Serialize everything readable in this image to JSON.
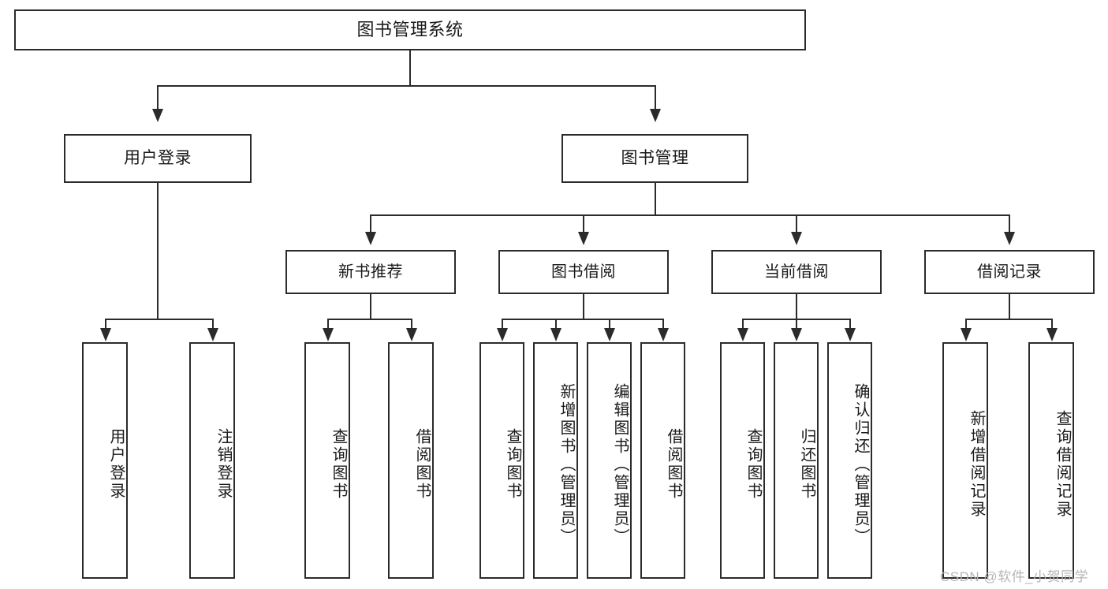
{
  "diagram": {
    "title": "图书管理系统",
    "type": "hierarchy-tree",
    "orientation": "top-down",
    "box_border_color": "#2b2b2b",
    "background_color": "#ffffff",
    "text_color": "#1a1a1a"
  },
  "nodes": {
    "root": {
      "label": "图书管理系统"
    },
    "level2": [
      {
        "id": "user-login",
        "label": "用户登录"
      },
      {
        "id": "book-management",
        "label": "图书管理"
      }
    ],
    "level3": [
      {
        "id": "new-book-recommend",
        "label": "新书推荐"
      },
      {
        "id": "book-borrow",
        "label": "图书借阅"
      },
      {
        "id": "current-borrow",
        "label": "当前借阅"
      },
      {
        "id": "borrow-record",
        "label": "借阅记录"
      }
    ],
    "leaves": {
      "user_login": [
        {
          "id": "leaf-user-login",
          "label": "用户登录"
        },
        {
          "id": "leaf-user-logout",
          "label": "注销登录"
        }
      ],
      "new_book_recommend": [
        {
          "id": "leaf-query-book-1",
          "label": "查询图书"
        },
        {
          "id": "leaf-borrow-book-1",
          "label": "借阅图书"
        }
      ],
      "book_borrow": [
        {
          "id": "leaf-query-book-2",
          "label": "查询图书"
        },
        {
          "id": "leaf-add-book",
          "label": "新增图书（管理员）"
        },
        {
          "id": "leaf-edit-book",
          "label": "编辑图书（管理员）"
        },
        {
          "id": "leaf-borrow-book-2",
          "label": "借阅图书"
        }
      ],
      "current_borrow": [
        {
          "id": "leaf-query-book-3",
          "label": "查询图书"
        },
        {
          "id": "leaf-return-book",
          "label": "归还图书"
        },
        {
          "id": "leaf-confirm-return",
          "label": "确认归还（管理员）"
        }
      ],
      "borrow_record": [
        {
          "id": "leaf-add-record",
          "label": "新增借阅记录"
        },
        {
          "id": "leaf-query-record",
          "label": "查询借阅记录"
        }
      ]
    }
  },
  "watermark": {
    "text": "CSDN @软件_小贺同学"
  }
}
